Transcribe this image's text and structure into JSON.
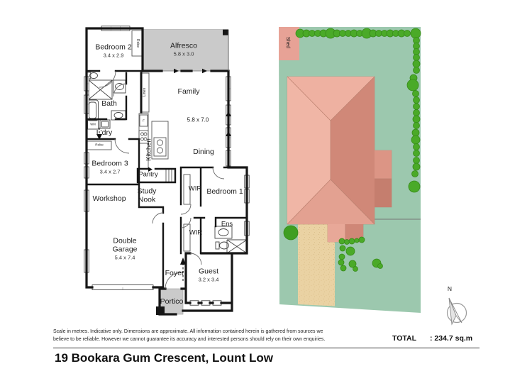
{
  "floorplan": {
    "rooms": {
      "bedroom2": {
        "name": "Bedroom 2",
        "dims": "3.4 x 2.9"
      },
      "robe2": {
        "name": "Robe"
      },
      "alfresco": {
        "name": "Alfresco",
        "dims": "5.8 x 3.0"
      },
      "family": {
        "name": "Family",
        "dims": "5.8 x 7.0"
      },
      "dining": {
        "name": "Dining"
      },
      "kitchen": {
        "name": "Kitchen"
      },
      "linen": {
        "name": "Linen"
      },
      "pantry": {
        "name": "Pantry"
      },
      "bath": {
        "name": "Bath"
      },
      "laundry": {
        "name": "L'dry"
      },
      "wm": {
        "name": "WM"
      },
      "fridge": {
        "name": "F"
      },
      "robe3": {
        "name": "Robe"
      },
      "bedroom3": {
        "name": "Bedroom 3",
        "dims": "3.4 x 2.7"
      },
      "workshop": {
        "name": "Workshop"
      },
      "study_nook": {
        "name": "Study Nook"
      },
      "garage": {
        "name": "Double Garage",
        "dims": "5.4 x 7.4"
      },
      "wir1": {
        "name": "WIR"
      },
      "bedroom1": {
        "name": "Bedroom 1"
      },
      "wir2": {
        "name": "WIR"
      },
      "ensuite": {
        "name": "Ens"
      },
      "foyer": {
        "name": "Foyer"
      },
      "guest": {
        "name": "Guest",
        "dims": "3.2 x 3.4"
      },
      "portico": {
        "name": "Portico"
      }
    }
  },
  "siteplan": {
    "shed": {
      "name": "Shed"
    },
    "compass": {
      "north_label": "N"
    }
  },
  "footer": {
    "disclaimer_line1": "Scale in metres. Indicative only. Dimensions are approximate. All information contained herein is gathered from sources we",
    "disclaimer_line2": "believe to be reliable. However we cannot guarantee its accuracy and interested persons should rely on their own enquiries.",
    "total_label": "TOTAL",
    "total_value": ": 234.7 sq.m",
    "address": "19 Bookara Gum Crescent, Lount Low"
  },
  "colors": {
    "lot_green": "#9cc8ae",
    "roof_light": "#f0b6a6",
    "roof_mid": "#e2a092",
    "roof_dark": "#d08878",
    "driveway_tan": "#ead2a3",
    "tree_green": "#4aaa28",
    "alfresco_gray": "#cacaca",
    "wall_black": "#161616"
  }
}
